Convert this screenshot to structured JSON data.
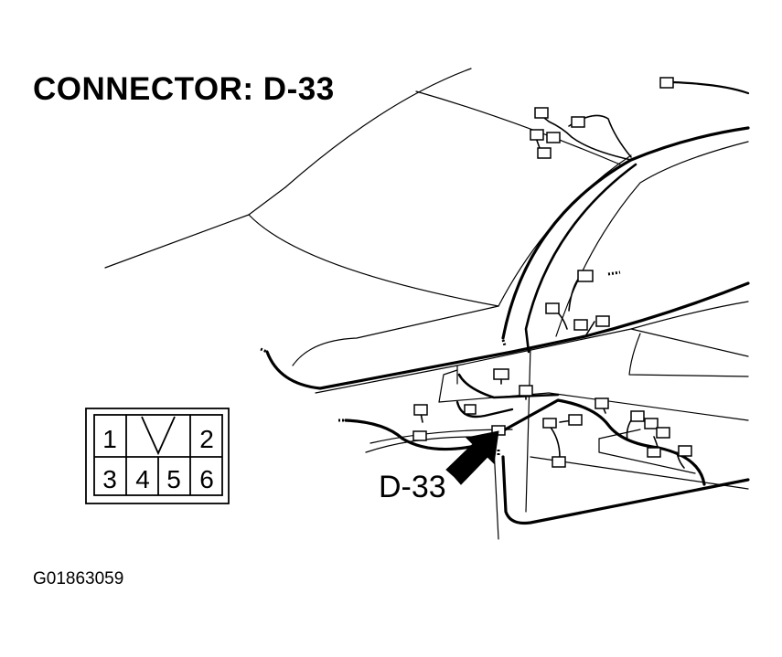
{
  "title": "CONNECTOR: D-33",
  "callout_label": "D-33",
  "figure_id": "G01863059",
  "connector_face": {
    "pins_top": [
      "1",
      "2"
    ],
    "pins_bottom": [
      "3",
      "4",
      "5",
      "6"
    ]
  }
}
